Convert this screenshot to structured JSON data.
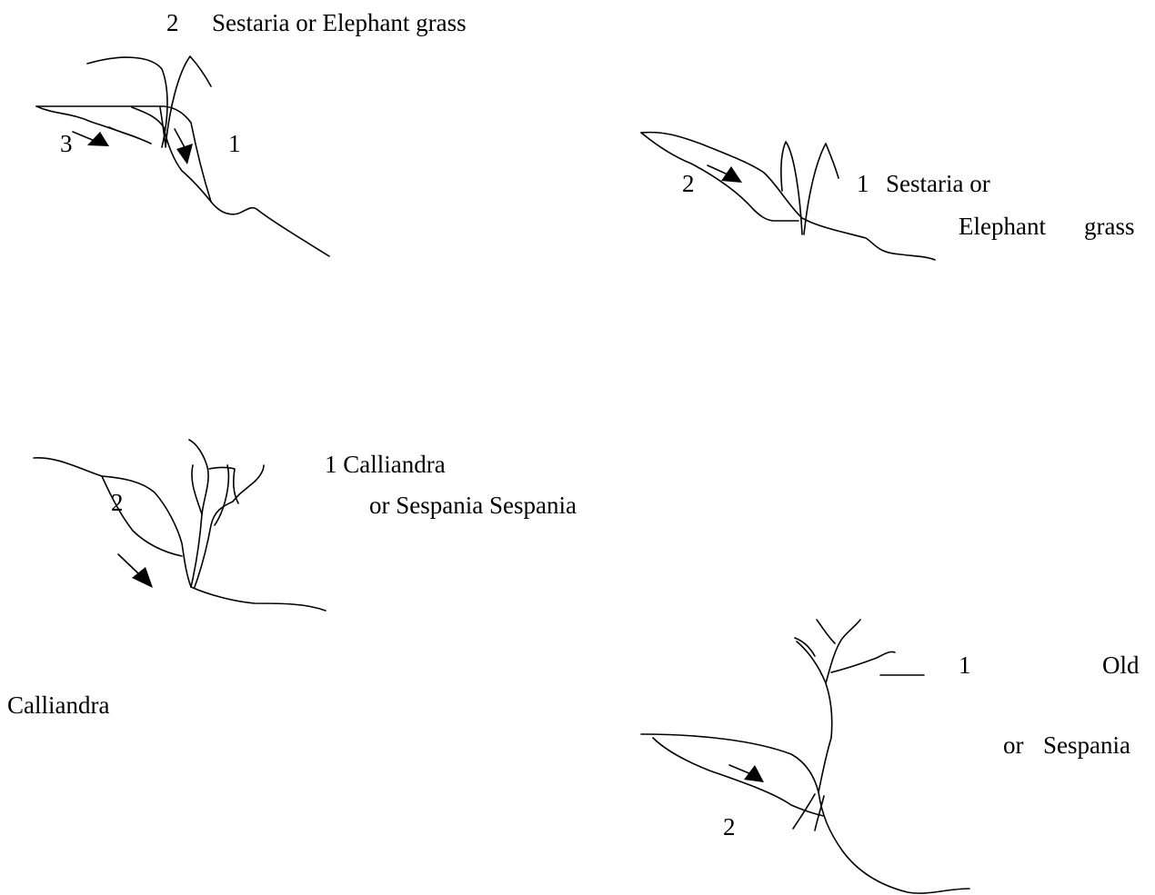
{
  "colors": {
    "line": "#000000",
    "background": "#ffffff"
  },
  "panel1": {
    "top_label_num": "2",
    "top_label_text": "Sestaria or Elephant grass",
    "left_num": "3",
    "right_num": "1"
  },
  "panel2": {
    "left_num": "2",
    "right_num": "1",
    "right_text_line1": "Sestaria or",
    "right_text_line2a": "Elephant",
    "right_text_line2b": "grass"
  },
  "panel3": {
    "inner_num": "2",
    "right_text_line1": "1 Calliandra",
    "right_text_line2": "or Sespania Sespania"
  },
  "panel4": {
    "num_1": "1",
    "word_old": "Old",
    "calliandra": "Calliandra",
    "or_text": "or",
    "sespania": "Sespania",
    "bottom_num": "2"
  }
}
